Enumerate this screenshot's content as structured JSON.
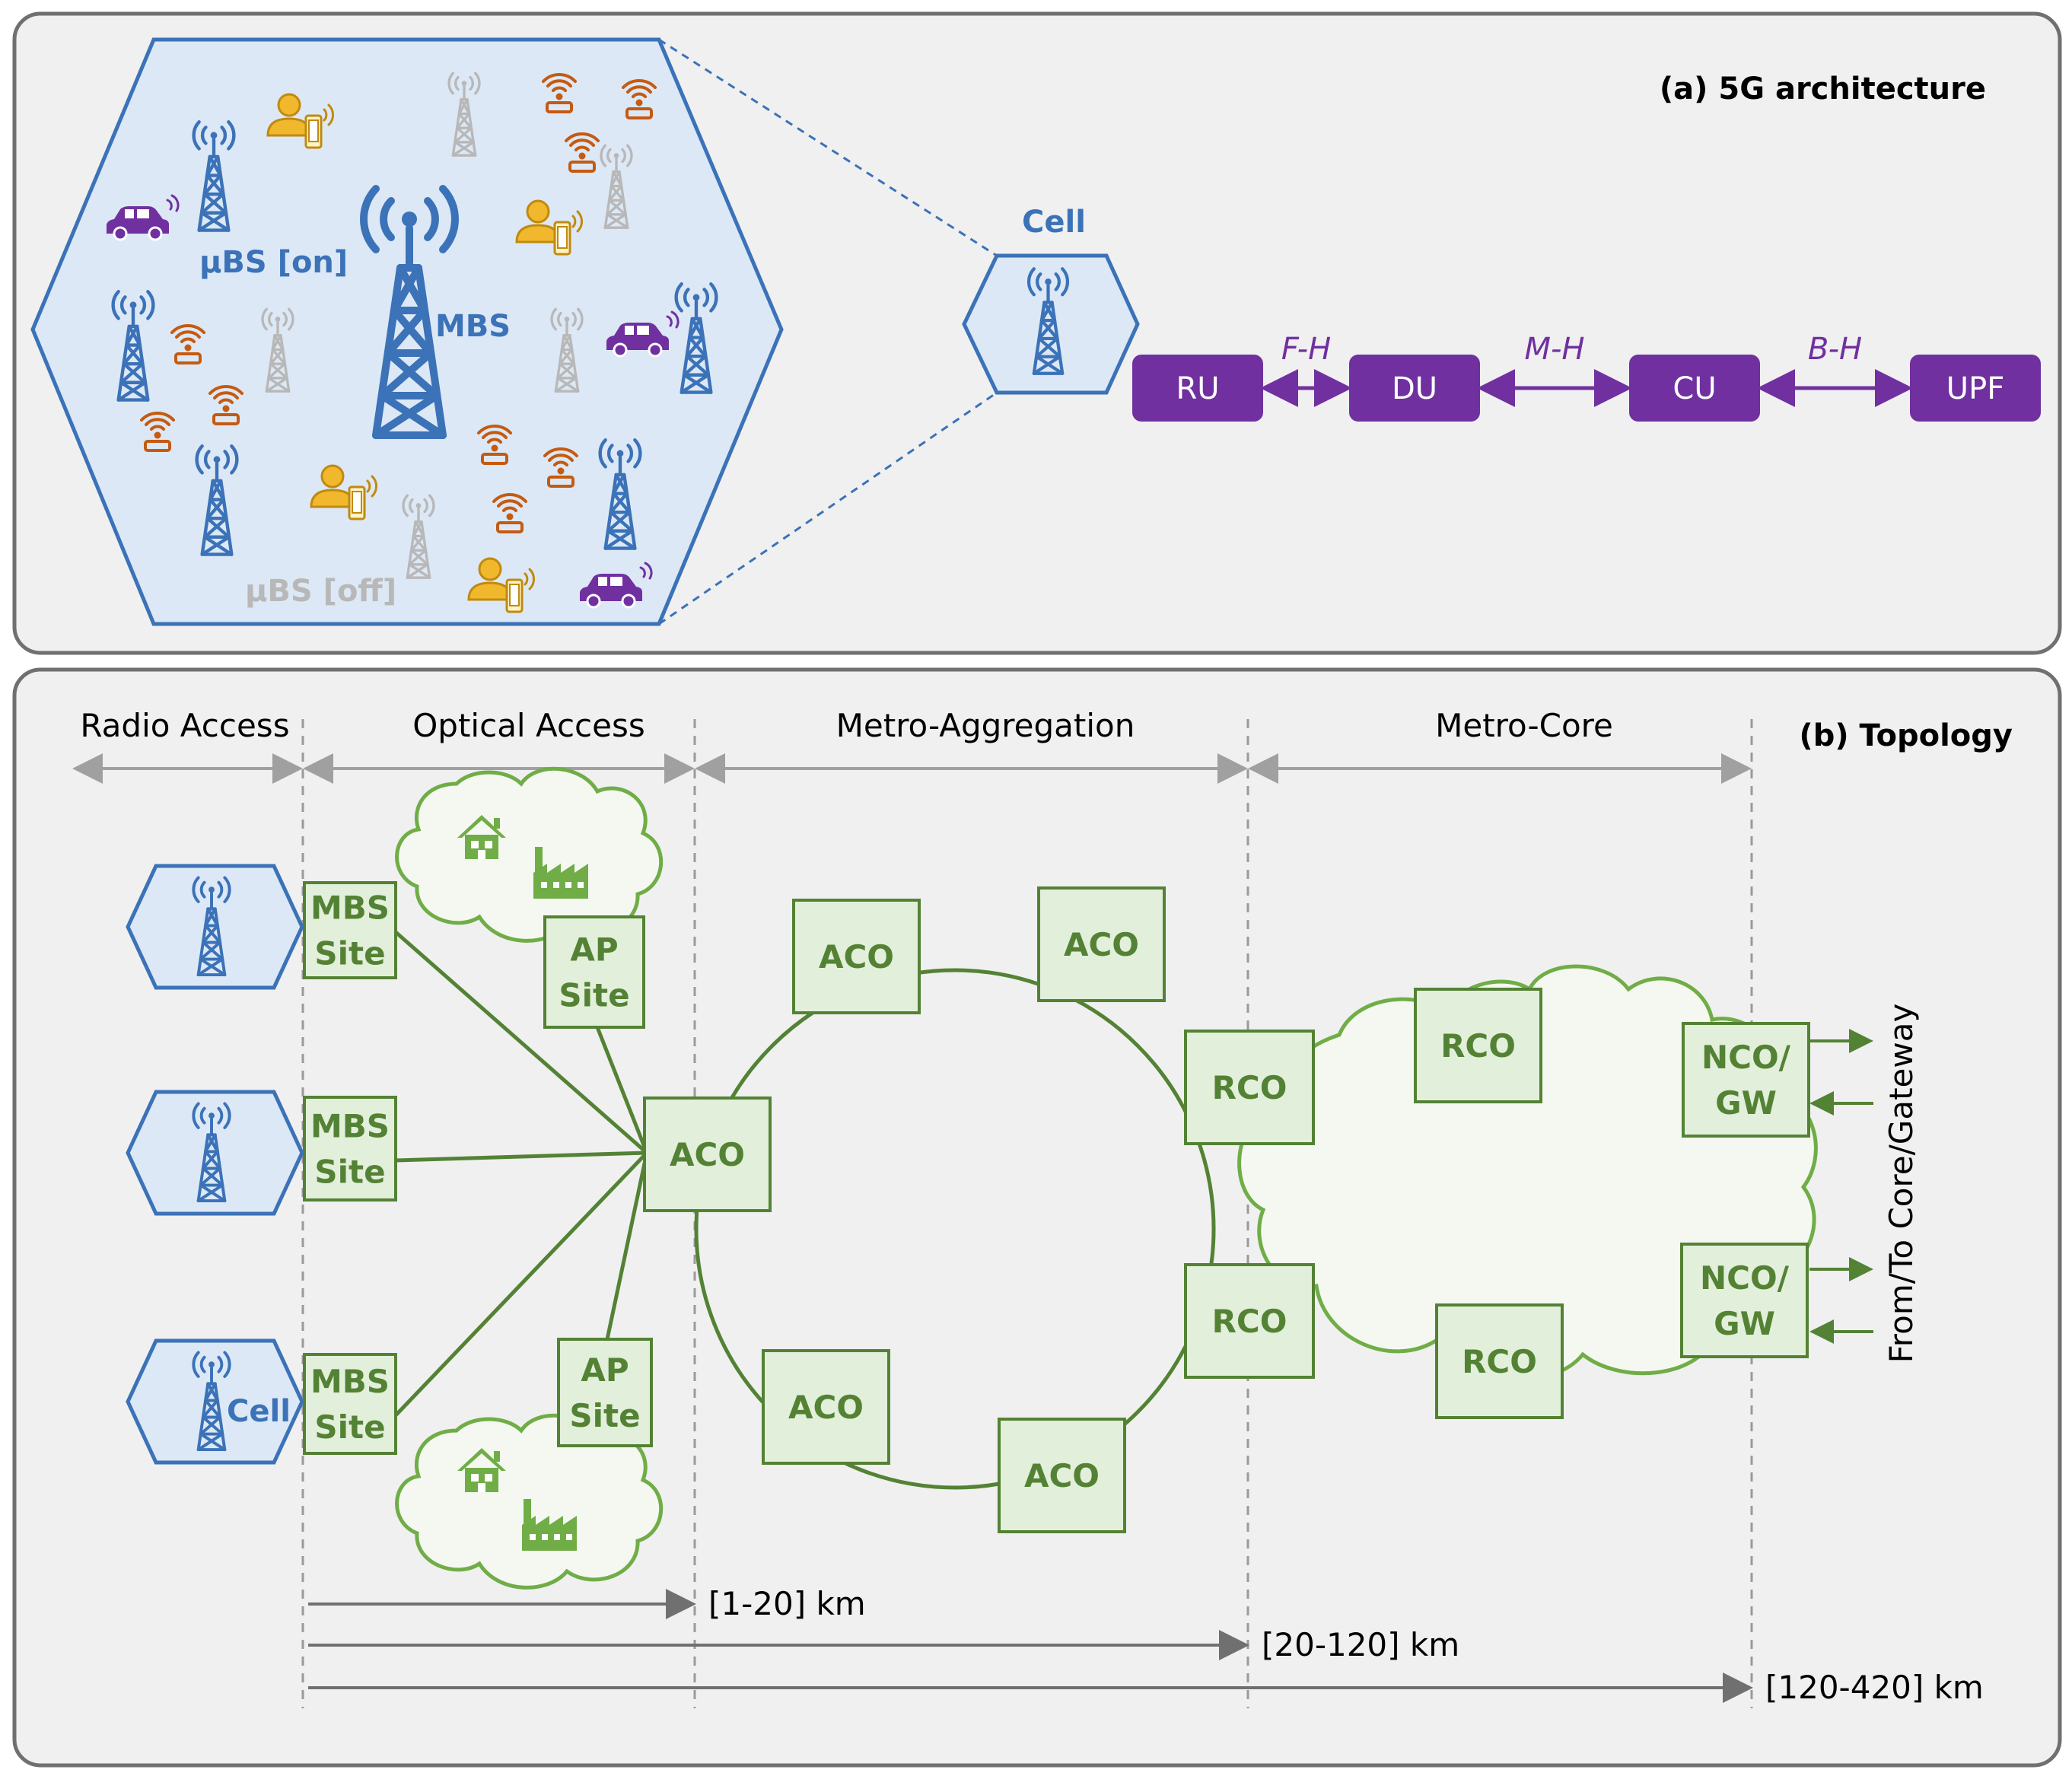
{
  "panel_a": {
    "title": "(a) 5G architecture",
    "hex_labels": {
      "ubs_on": "µBS [on]",
      "mbs": "MBS",
      "ubs_off": "µBS [off]"
    },
    "cell_label": "Cell",
    "chain": {
      "nodes": [
        "RU",
        "DU",
        "CU",
        "UPF"
      ],
      "links": [
        "F-H",
        "M-H",
        "B-H"
      ]
    },
    "colors": {
      "blue": "#3b72b8",
      "purple": "#7030a0",
      "hex_fill": "#dce8f5",
      "gray_tower": "#b8b8b8",
      "orange_ap": "#c55a11",
      "user_yellow": "#f2b82d"
    }
  },
  "panel_b": {
    "title": "(b) Topology",
    "segments": [
      "Radio Access",
      "Optical Access",
      "Metro-Aggregation",
      "Metro-Core"
    ],
    "cells": {
      "cell_label": "Cell"
    },
    "mbs_site_label": [
      "MBS",
      "Site"
    ],
    "ap_site_label": [
      "AP",
      "Site"
    ],
    "aco_label": "ACO",
    "rco_label": "RCO",
    "nco_label": [
      "NCO/",
      "GW"
    ],
    "gateway_label": "From/To Core/Gateway",
    "distances": [
      "[1-20] km",
      "[20-120] km",
      "[120-420] km"
    ],
    "colors": {
      "green_dark": "#548235",
      "green_mid": "#70ad47",
      "green_fill": "#e2efda",
      "cloud_fill": "#f4f8f1",
      "gray": "#888888"
    }
  }
}
